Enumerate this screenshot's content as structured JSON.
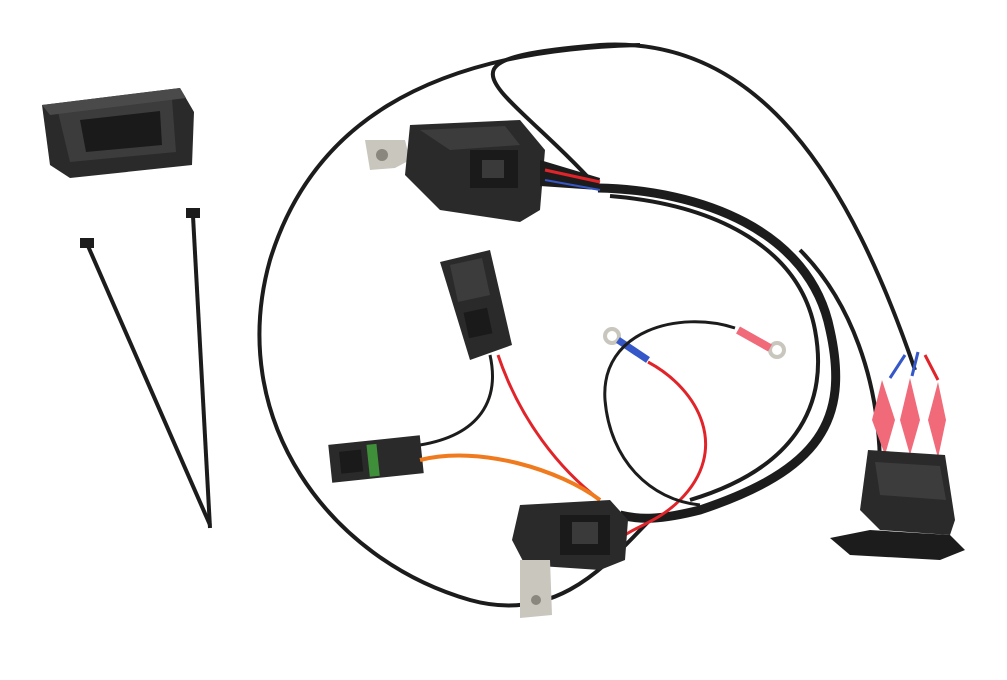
{
  "scene": {
    "background": "#ffffff",
    "colors": {
      "cable": "#1c1c1c",
      "plastic": "#2a2a2a",
      "plastic_highlight": "#4a4a4a",
      "red_wire": "#e0242a",
      "orange_wire": "#f07a1e",
      "blue_wire": "#3557c7",
      "green_seal": "#3f8f3a",
      "terminal_red": "#f06a7a",
      "metal": "#c9c6be"
    },
    "items": [
      {
        "name": "rocker-switch-bezel",
        "description_icon": "bezel-icon"
      },
      {
        "name": "cable-tie",
        "count": 2
      },
      {
        "name": "relay",
        "description_icon": "relay-icon"
      },
      {
        "name": "weatherproof-connector",
        "count": 2
      },
      {
        "name": "fuse-holder"
      },
      {
        "name": "ring-terminal",
        "count": 2
      },
      {
        "name": "rocker-switch"
      },
      {
        "name": "spade-terminals",
        "count": 3
      }
    ]
  }
}
